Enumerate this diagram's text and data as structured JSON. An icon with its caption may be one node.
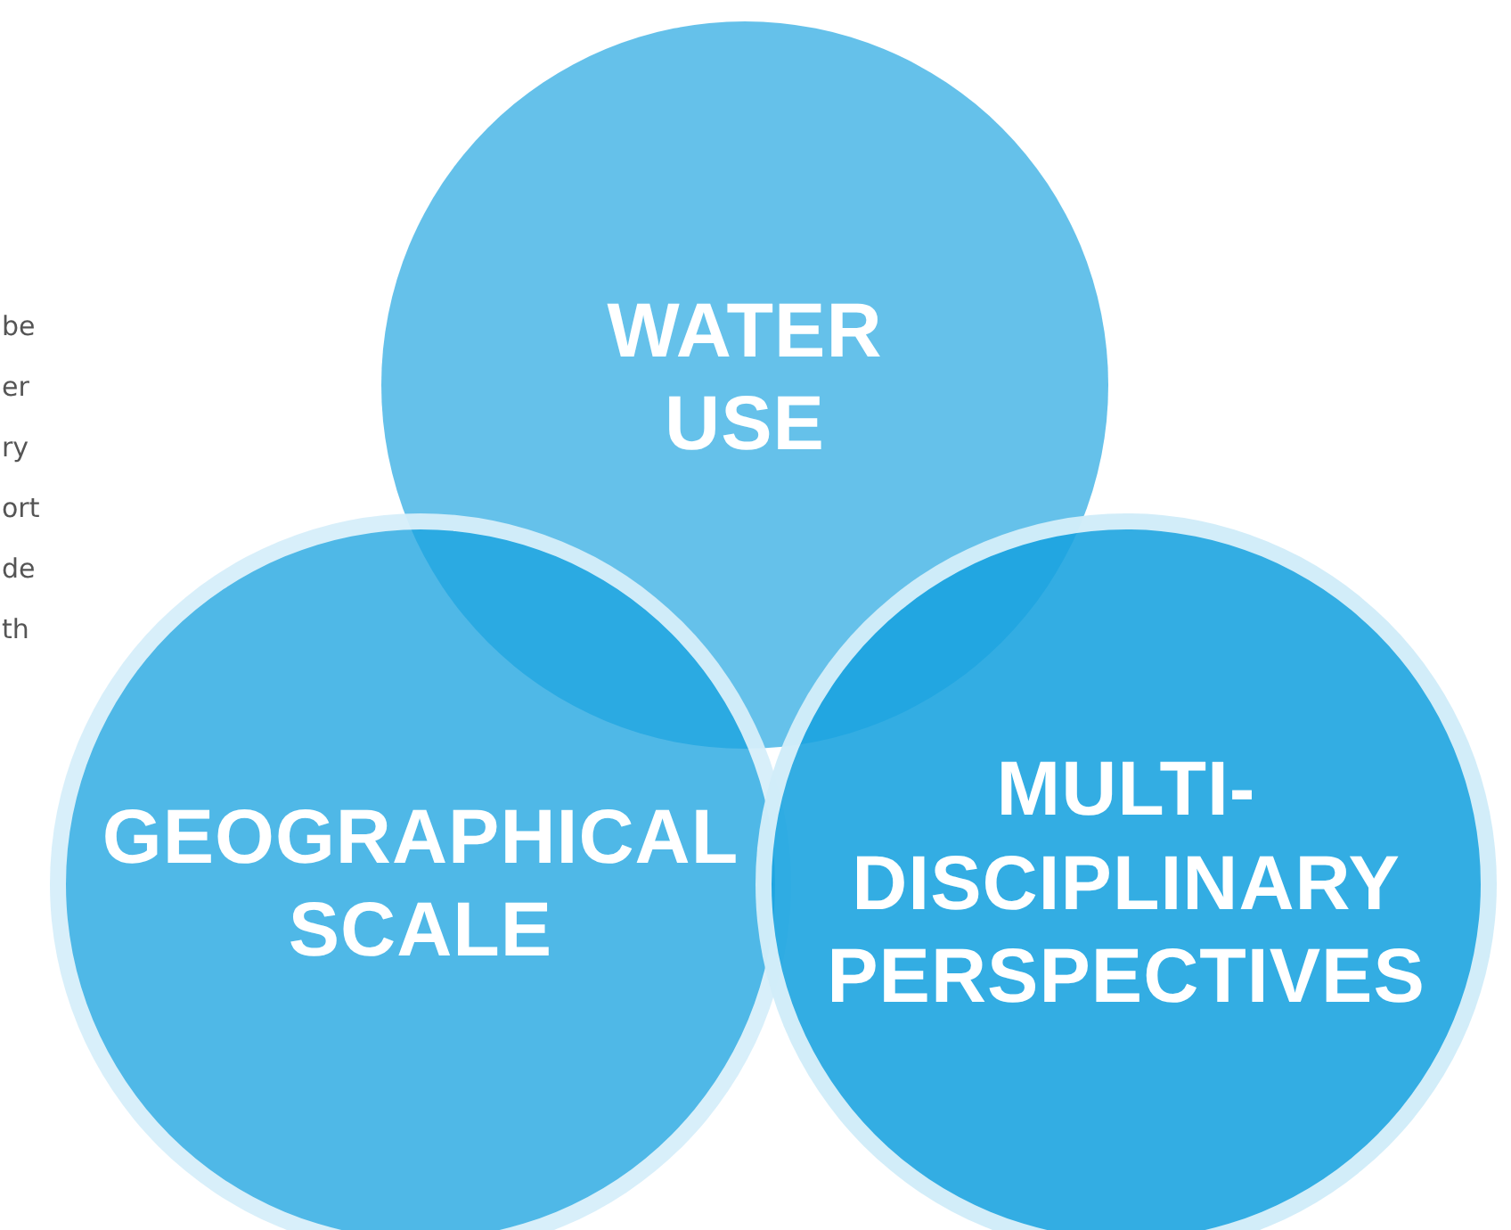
{
  "diagram": {
    "nodes": [
      {
        "text": [
          "WATER USE"
        ]
      },
      {
        "text": [
          "GEOGRAPHICAL SCALE"
        ]
      },
      {
        "text": [
          "MULTI- DISCIPLINARY PERSPECTIVES"
        ]
      }
    ],
    "labels": [
      "be",
      "er",
      "ry",
      "ort",
      "de",
      "th"
    ]
  }
}
